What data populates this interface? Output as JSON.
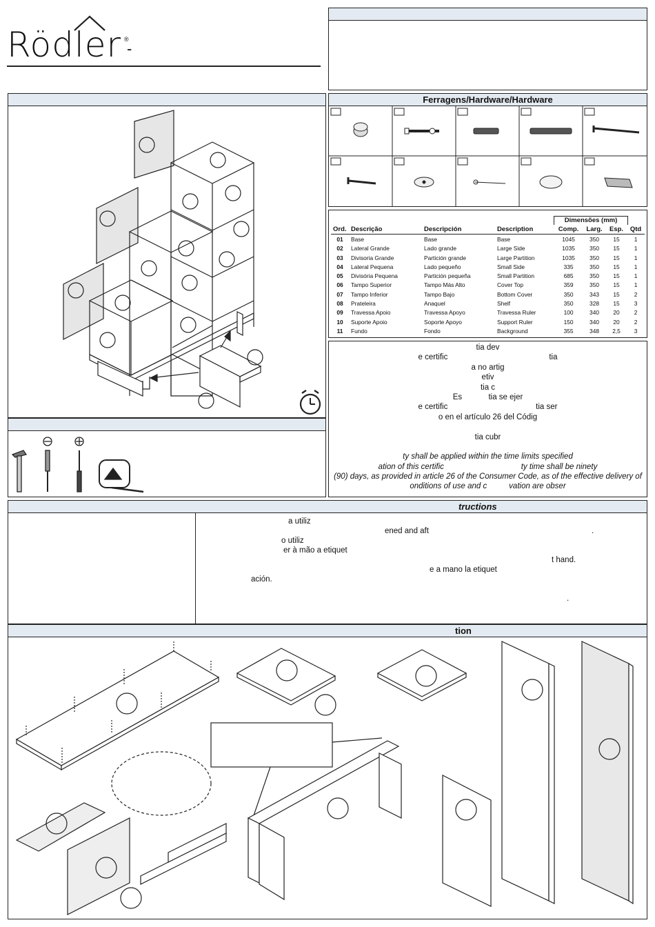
{
  "brand": {
    "name": "Rödler",
    "reg": "®",
    "dash": "-"
  },
  "hardware": {
    "title": "Ferragens/Hardware/Hardware"
  },
  "parts_table": {
    "group_header": "Dimensões (mm)",
    "headers": [
      "Ord.",
      "Descrição",
      "Descripción",
      "Description",
      "Comp.",
      "Larg.",
      "Esp.",
      "Qtd"
    ],
    "rows": [
      [
        "01",
        "Base",
        "Base",
        "Base",
        "1045",
        "350",
        "15",
        "1"
      ],
      [
        "02",
        "Lateral Grande",
        "Lado grande",
        "Large Side",
        "1035",
        "350",
        "15",
        "1"
      ],
      [
        "03",
        "Divisoria Grande",
        "Partición grande",
        "Large Partition",
        "1035",
        "350",
        "15",
        "1"
      ],
      [
        "04",
        "Lateral Pequena",
        "Lado pequeño",
        "Small Side",
        "335",
        "350",
        "15",
        "1"
      ],
      [
        "05",
        "Divisória Pequena",
        "Partición pequeña",
        "Small Partition",
        "685",
        "350",
        "15",
        "1"
      ],
      [
        "06",
        "Tampo Superior",
        "Tampo Más Alto",
        "Cover Top",
        "359",
        "350",
        "15",
        "1"
      ],
      [
        "07",
        "Tampo Inferior",
        "Tampo Bajo",
        "Bottom Cover",
        "350",
        "343",
        "15",
        "2"
      ],
      [
        "08",
        "Prateleira",
        "Anaquel",
        "Shelf",
        "350",
        "328",
        "15",
        "3"
      ],
      [
        "09",
        "Travessa Apoio",
        "Travessa Apoyo",
        "Travessa Ruler",
        "100",
        "340",
        "20",
        "2"
      ],
      [
        "10",
        "Suporte Apoio",
        "Soporte Apoyo",
        "Support Ruler",
        "150",
        "340",
        "20",
        "2"
      ],
      [
        "11",
        "Fundo",
        "Fondo",
        "Background",
        "355",
        "348",
        "2,5",
        "3"
      ]
    ]
  },
  "warranty_lines": [
    "tia dev",
    "e certific                                              tia",
    "a no artig",
    "etiv",
    "tia c",
    "Es            tia se ejer",
    "e certific                                        tia ser",
    "o en el artículo 26 del Códig",
    "",
    "tia cubr",
    "",
    "ty shall be applied within the time limits specified",
    "ation of this certific                                   ty time shall be ninety",
    "(90) days, as provided in article 26 of the Consumer Code, as of the effective delivery of",
    "onditions of use and c          vation are obser"
  ],
  "instructions": {
    "title": "tructions",
    "lines": [
      "a utiliz",
      "ened and aft",
      ".",
      "o utiliz",
      "er à mão a etiquet",
      "t hand.",
      "e a mano la etiquet",
      "ación.",
      "."
    ]
  },
  "assembly": {
    "title": "tion"
  }
}
